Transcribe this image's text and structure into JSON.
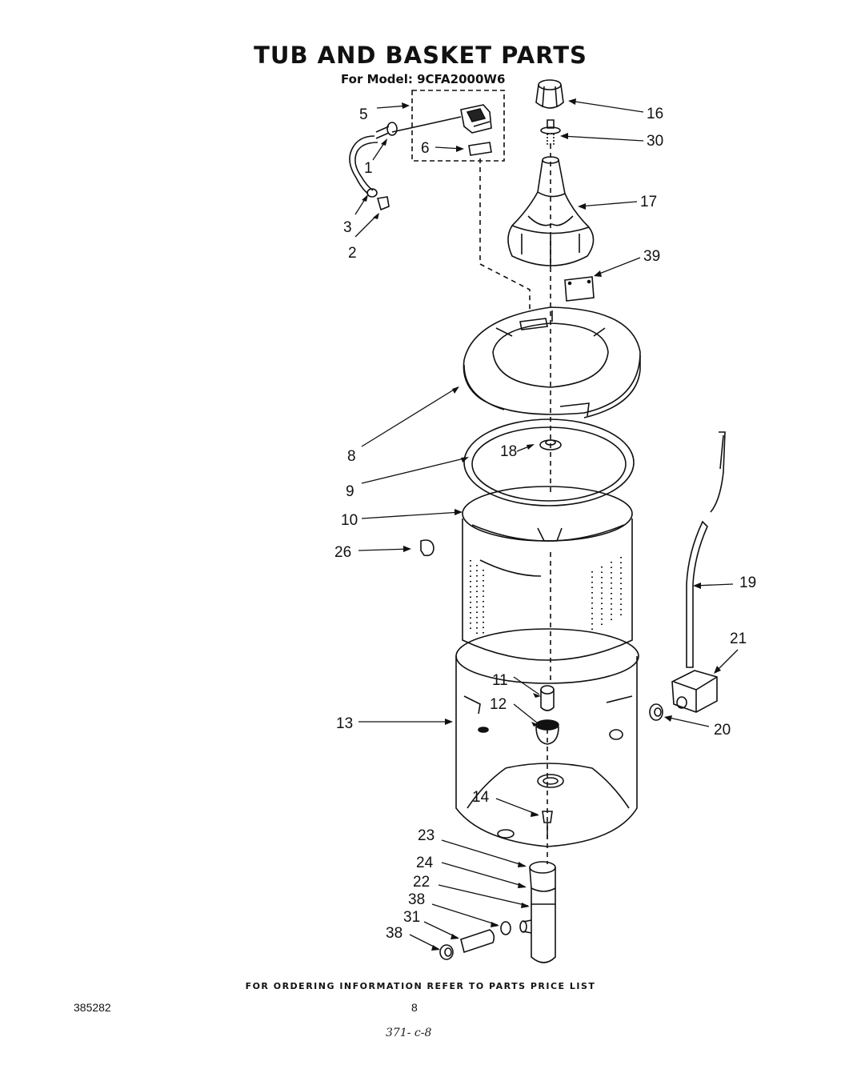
{
  "title": "TUB AND BASKET PARTS",
  "subtitle": "For Model: 9CFA2000W6",
  "footer": "FOR ORDERING INFORMATION REFER TO PARTS PRICE LIST",
  "doc_number": "385282",
  "page_number": "8",
  "handwritten_note": "371- c-8",
  "callouts": {
    "c1": "1",
    "c2": "2",
    "c3": "3",
    "c5": "5",
    "c6": "6",
    "c8": "8",
    "c9": "9",
    "c10": "10",
    "c11": "11",
    "c12": "12",
    "c13": "13",
    "c14": "14",
    "c16": "16",
    "c17": "17",
    "c18": "18",
    "c19": "19",
    "c20": "20",
    "c21": "21",
    "c22": "22",
    "c23": "23",
    "c24": "24",
    "c26": "26",
    "c30": "30",
    "c31": "31",
    "c38a": "38",
    "c38b": "38",
    "c39": "39"
  }
}
